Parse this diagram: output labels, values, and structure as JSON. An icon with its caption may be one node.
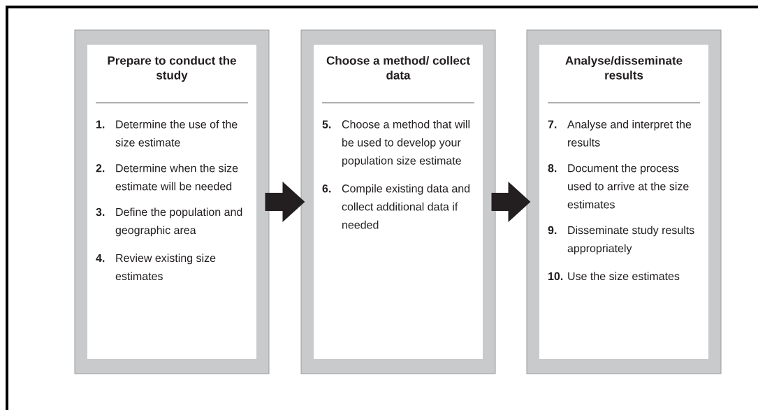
{
  "diagram": {
    "nodes": [
      {
        "text": [
          "Prepare to conduct the study",
          "1.",
          "Determine the use of the size estimate",
          "2.",
          "Determine when the size estimate will be needed",
          "3.",
          "Define the population and geographic area",
          "4.",
          "Review existing size estimates"
        ]
      },
      {
        "text": [
          "Choose a method/ collect data",
          "5.",
          "Choose a method that will be used to develop your population size estimate",
          "6.",
          "Compile existing data and collect additional data if needed"
        ]
      },
      {
        "text": [
          "Analyse/disseminate results",
          "7.",
          "Analyse and interpret the results",
          "8.",
          "Document the process used to arrive at the size estimates",
          "9.",
          "Disseminate study results appropriately",
          "10.",
          "Use the size estimates"
        ]
      }
    ],
    "edges": [
      {
        "from": 0,
        "to": 1,
        "arrow": "to"
      },
      {
        "from": 1,
        "to": 2,
        "arrow": "to"
      }
    ]
  }
}
